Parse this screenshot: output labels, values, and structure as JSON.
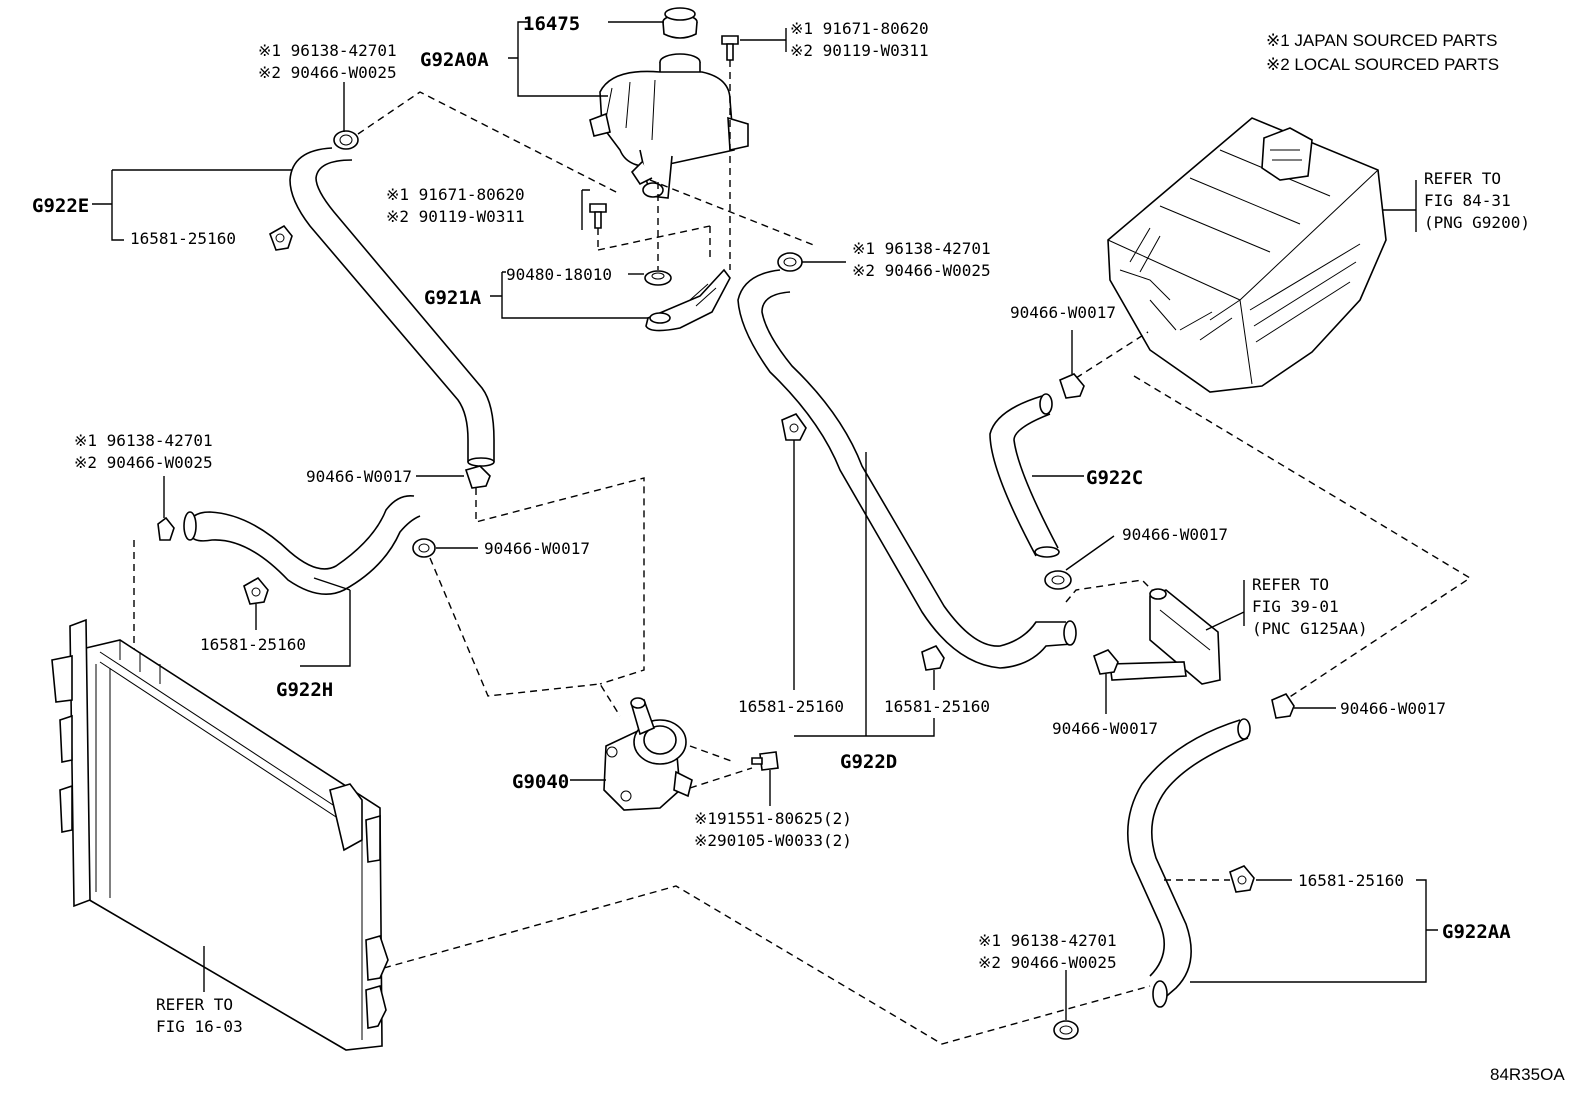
{
  "notes": {
    "japan": "※1 JAPAN SOURCED PARTS",
    "local": "※2 LOCAL SOURCED PARTS"
  },
  "groups": {
    "g922e": "G922E",
    "g92a0a": "G92A0A",
    "g921a": "G921A",
    "g922h": "G922H",
    "g9040": "G9040",
    "g922d": "G922D",
    "g922c": "G922C",
    "g922aa": "G922AA"
  },
  "labels": {
    "p16475": "16475",
    "bolt_top_1": "※1 91671-80620",
    "bolt_top_2": "※2 90119-W0311",
    "clamp_top_left_1": "※1 96138-42701",
    "clamp_top_left_2": "※2 90466-W0025",
    "clip_left_upper": "16581-25160",
    "bolt_mid_1": "※1 91671-80620",
    "bolt_mid_2": "※2 90119-W0311",
    "grommet": "90480-18010",
    "clamp_mid_1": "※1 96138-42701",
    "clamp_mid_2": "※2 90466-W0025",
    "clamp_left_mid_1": "※1 96138-42701",
    "clamp_left_mid_2": "※2 90466-W0025",
    "clamp_center_a": "90466-W0017",
    "clamp_center_b": "90466-W0017",
    "clip_left_lower": "16581-25160",
    "clip_center_a": "16581-25160",
    "clip_center_b": "16581-25160",
    "clamp_right_a": "90466-W0017",
    "clamp_right_b": "90466-W0017",
    "clamp_right_c": "90466-W0017",
    "clamp_right_d": "90466-W0017",
    "pump_bolt_1": "※191551-80625(2)",
    "pump_bolt_2": "※290105-W0033(2)",
    "clip_right_lower": "16581-25160",
    "clamp_bottom_1": "※1 96138-42701",
    "clamp_bottom_2": "※2 90466-W0025"
  },
  "refers": {
    "inverter": [
      "REFER TO",
      "FIG 84-31",
      "(PNG G9200)"
    ],
    "radiator": [
      "REFER TO",
      "FIG 16-03"
    ],
    "valve": [
      "REFER TO",
      "FIG 39-01",
      "(PNC G125AA)"
    ]
  },
  "diagram_code": "84R35OA"
}
